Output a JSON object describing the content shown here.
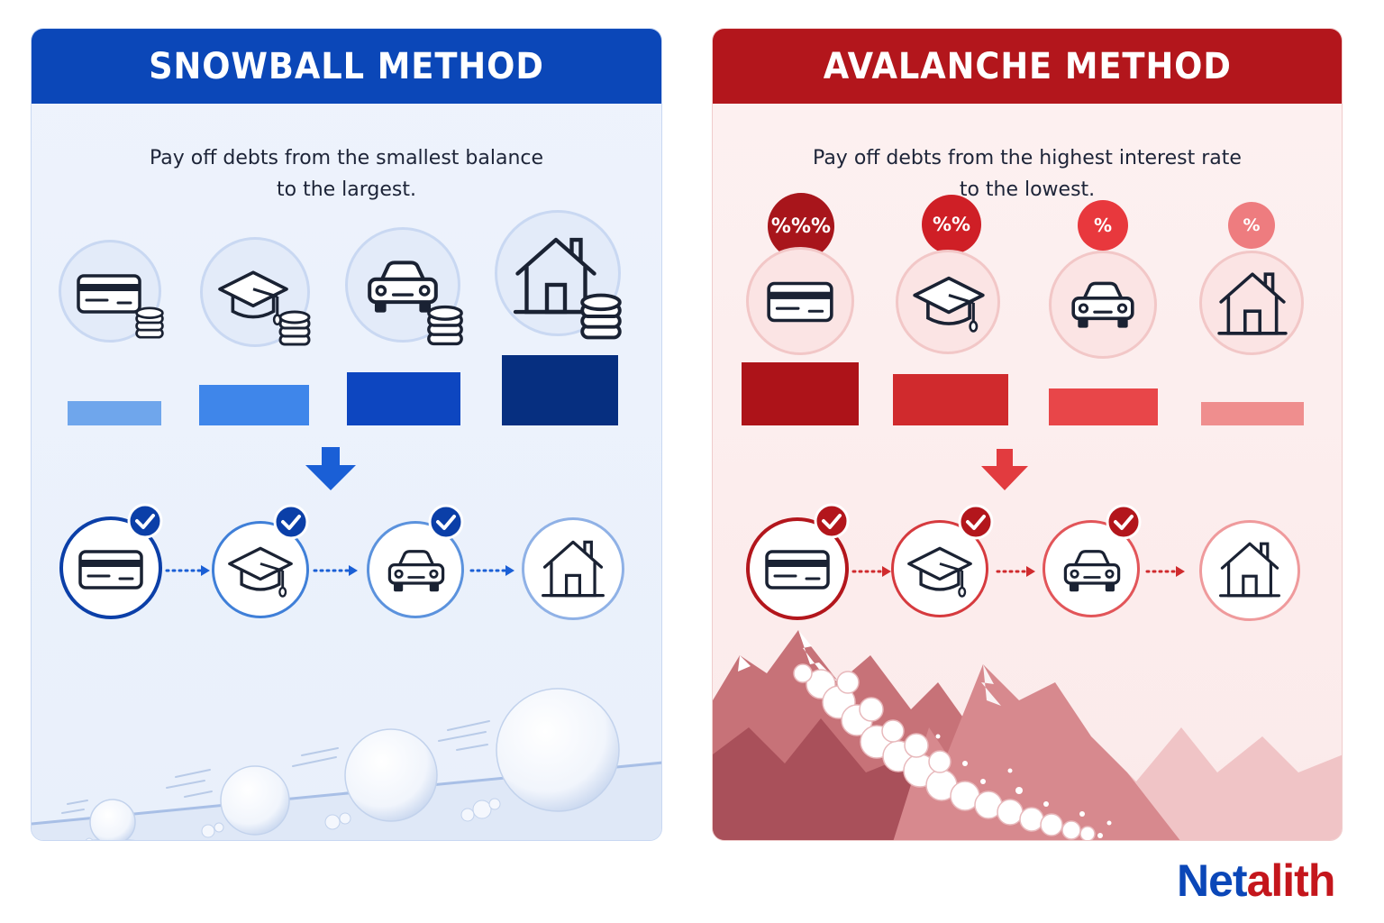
{
  "snowball": {
    "title": "SNOWBALL METHOD",
    "description_line1": "Pay off debts from the smallest balance",
    "description_line2": "to the largest.",
    "debts": [
      "credit-card",
      "student-loan",
      "car-loan",
      "mortgage"
    ],
    "bar_colors": [
      "#6fa6ec",
      "#3f86ea",
      "#0d46c0",
      "#062f80"
    ],
    "accent": "#0b47b8"
  },
  "avalanche": {
    "title": "AVALANCHE METHOD",
    "description_line1": "Pay off debts from the highest interest rate",
    "description_line2": "to the lowest.",
    "debts": [
      "credit-card",
      "student-loan",
      "car-loan",
      "mortgage"
    ],
    "rate_badges": [
      "%%%",
      "%%",
      "%",
      "%"
    ],
    "bar_colors": [
      "#ad1319",
      "#d02a2d",
      "#e84649",
      "#ef8e8e"
    ],
    "accent": "#b3161c"
  },
  "brand": {
    "part1": "Net",
    "part2": "alith"
  }
}
